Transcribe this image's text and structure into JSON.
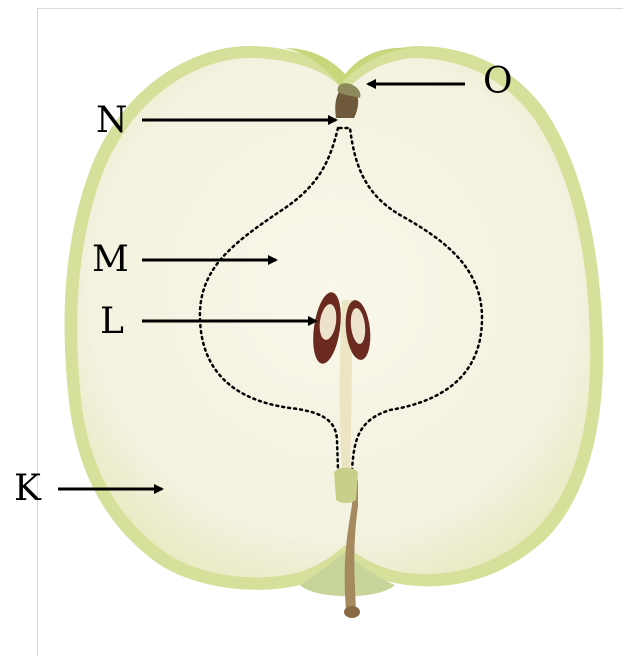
{
  "labels": {
    "k": "K",
    "l": "L",
    "m": "M",
    "n": "N",
    "o": "O"
  },
  "colors": {
    "skin": "#d2dd8e",
    "flesh": "#f6f5e5",
    "core": "#f0eeda",
    "seed": "#e8dcc6",
    "seed_coat": "#6b2a1f",
    "stem": "#9c8058",
    "arrow": "#000000"
  }
}
